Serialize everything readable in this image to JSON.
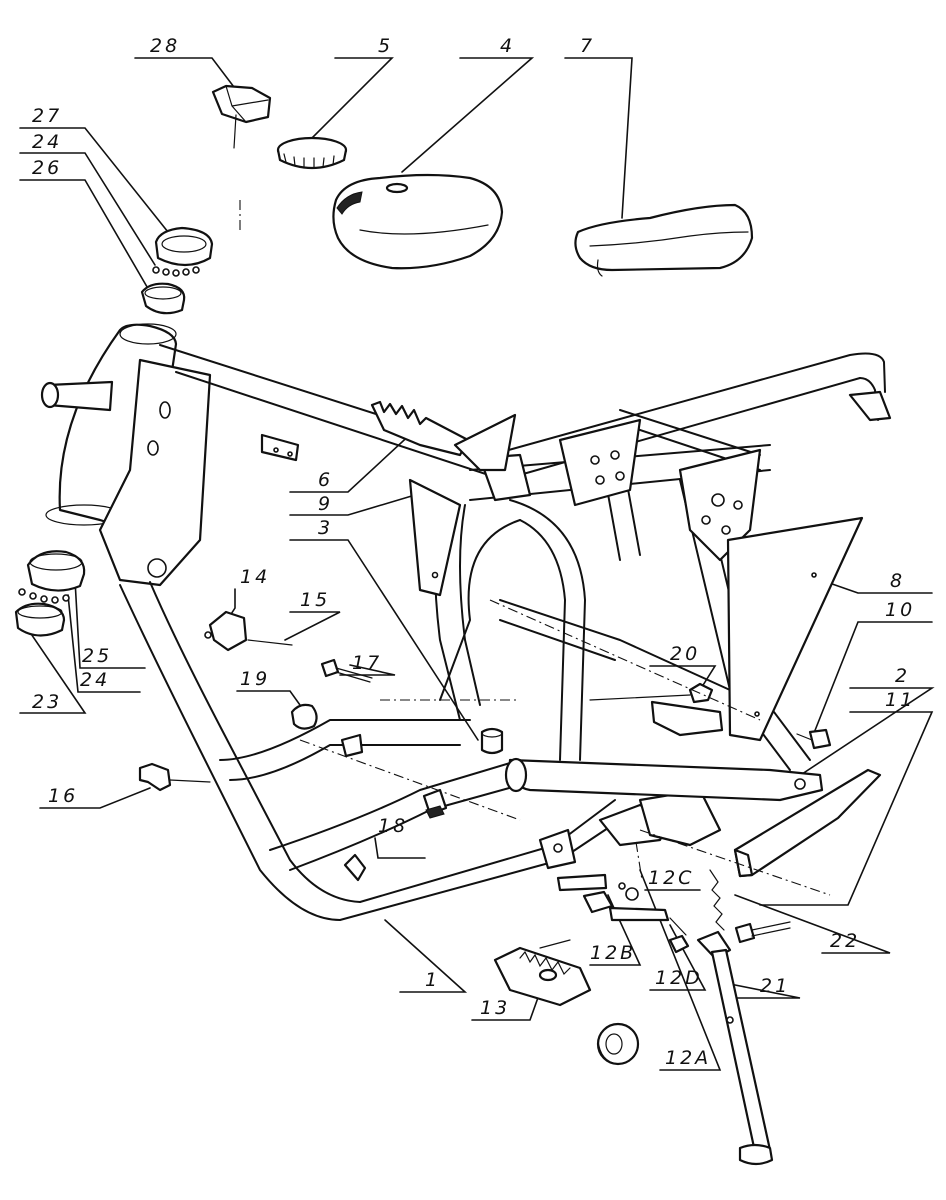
{
  "diagram": {
    "callouts": [
      {
        "id": "c28",
        "label": "28"
      },
      {
        "id": "c5",
        "label": "5"
      },
      {
        "id": "c4",
        "label": "4"
      },
      {
        "id": "c7",
        "label": "7"
      },
      {
        "id": "c27",
        "label": "27"
      },
      {
        "id": "c24a",
        "label": "24"
      },
      {
        "id": "c26",
        "label": "26"
      },
      {
        "id": "c6",
        "label": "6"
      },
      {
        "id": "c9",
        "label": "9"
      },
      {
        "id": "c3",
        "label": "3"
      },
      {
        "id": "c8",
        "label": "8"
      },
      {
        "id": "c10",
        "label": "10"
      },
      {
        "id": "c2",
        "label": "2"
      },
      {
        "id": "c11",
        "label": "11"
      },
      {
        "id": "c14",
        "label": "14"
      },
      {
        "id": "c15",
        "label": "15"
      },
      {
        "id": "c17",
        "label": "17"
      },
      {
        "id": "c20",
        "label": "20"
      },
      {
        "id": "c19",
        "label": "19"
      },
      {
        "id": "c25",
        "label": "25"
      },
      {
        "id": "c24b",
        "label": "24"
      },
      {
        "id": "c23",
        "label": "23"
      },
      {
        "id": "c16",
        "label": "16"
      },
      {
        "id": "c18",
        "label": "18"
      },
      {
        "id": "c12C",
        "label": "12C"
      },
      {
        "id": "c12B",
        "label": "12B"
      },
      {
        "id": "c12D",
        "label": "12D"
      },
      {
        "id": "c12A",
        "label": "12A"
      },
      {
        "id": "c22",
        "label": "22"
      },
      {
        "id": "c21",
        "label": "21"
      },
      {
        "id": "c1",
        "label": "1"
      },
      {
        "id": "c13",
        "label": "13"
      }
    ]
  }
}
